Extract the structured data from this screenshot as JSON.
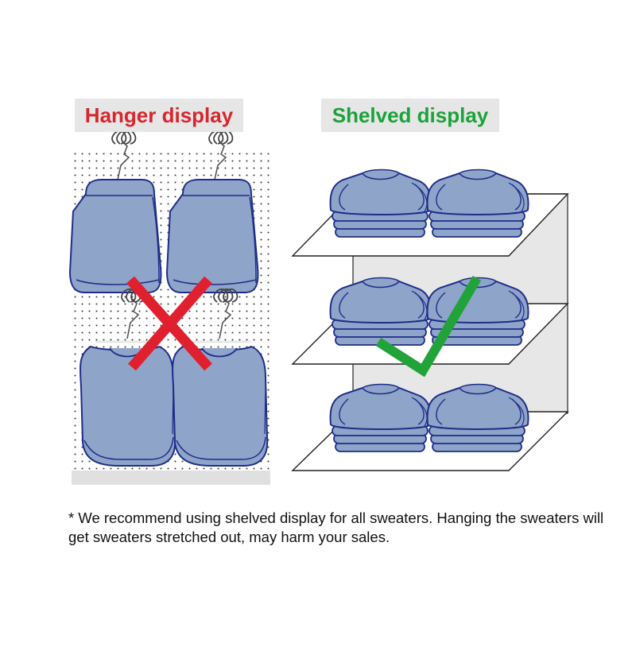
{
  "hanger_panel": {
    "title": "Hanger display",
    "verdict": "not-recommended",
    "verdict_icon": "cross-icon",
    "sweater_count": 4
  },
  "shelved_panel": {
    "title": "Shelved display",
    "verdict": "recommended",
    "verdict_icon": "checkmark-icon",
    "shelf_count": 3,
    "stacks_per_shelf": 2
  },
  "footnote": "* We recommend using shelved display for all sweaters. Hanging the sweaters will get sweaters stretched out, may harm your sales.",
  "colors": {
    "hanger_title": "#d7262e",
    "shelved_title": "#1aa33a",
    "label_background": "#e6e6e6",
    "sweater_fill": "#8ea4c8",
    "sweater_outline": "#1f2d8a",
    "cross": "#e0202e",
    "check": "#22a33a"
  }
}
